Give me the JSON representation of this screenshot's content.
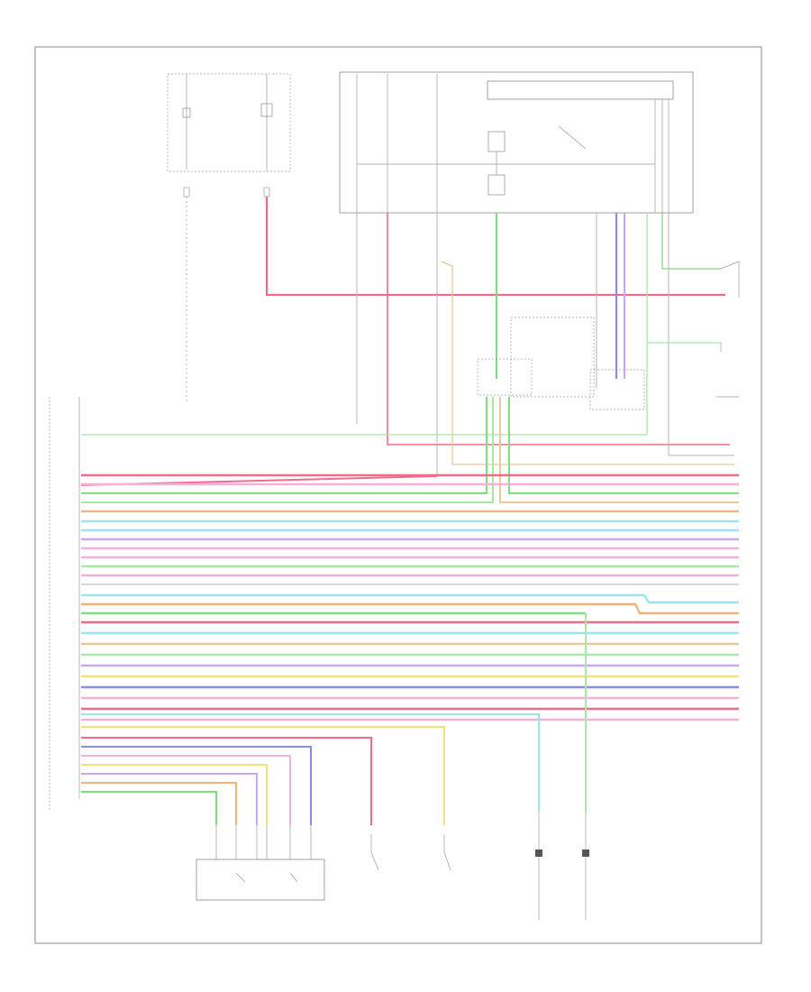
{
  "page_ref": "",
  "components": {
    "left_fuse_a": "",
    "left_fuse_b": "",
    "fuse_box": "",
    "relay_box": "",
    "pcm_label": "",
    "pcm_ref": "",
    "shift_solenoid_a": "",
    "shift_solenoid_b": "",
    "range_sensor": "",
    "range_sensor_note": "",
    "pressure_switch_a": "",
    "pressure_switch_b": "",
    "speed_sensor_a": "",
    "speed_sensor_b": "",
    "ground_a": "",
    "ground_b": "",
    "brake_switch": "",
    "right_connector_a": "",
    "right_connector_b": "",
    "legend_1": "",
    "legend_2": ""
  },
  "wire_colors": {
    "red": "#f26b8a",
    "pink": "#f4b3d6",
    "green": "#7de07d",
    "lt_green": "#a7e8a7",
    "orange": "#f3b27a",
    "yellow": "#f4e27a",
    "blue": "#8a8af0",
    "lt_blue": "#9ae6f0",
    "violet": "#c8a8ef",
    "gray": "#b5b5b5",
    "tan": "#e5c99a"
  },
  "harness_wires": [
    "red",
    "pink",
    "green",
    "orange",
    "lt_blue",
    "lt_blue",
    "violet",
    "pink",
    "pink",
    "lt_green",
    "gray",
    "lt_blue",
    "orange",
    "green",
    "red",
    "lt_blue",
    "tan",
    "lt_green",
    "yellow",
    "blue",
    "pink",
    "red",
    "pink",
    "lt_blue"
  ]
}
